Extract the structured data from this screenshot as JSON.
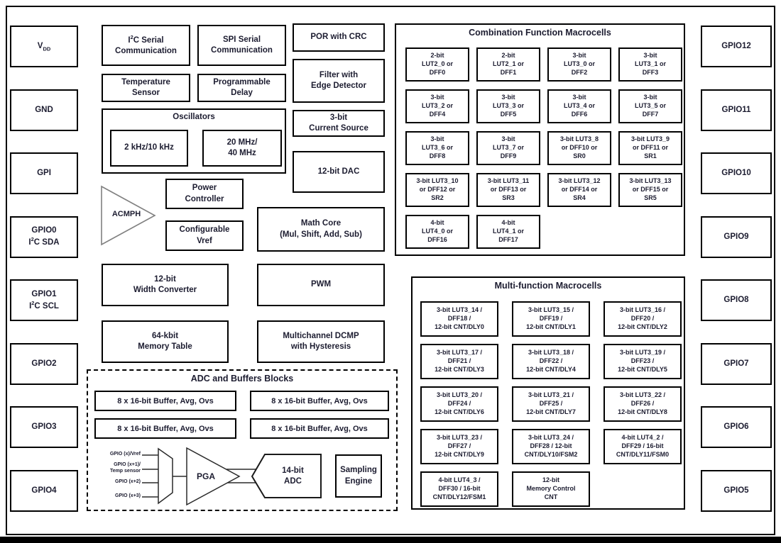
{
  "left_pins": [
    [
      "V_{DD}"
    ],
    [
      "GND"
    ],
    [
      "GPI"
    ],
    [
      "GPIO0",
      "I^{2}C SDA"
    ],
    [
      "GPIO1",
      "I^{2}C SCL"
    ],
    [
      "GPIO2"
    ],
    [
      "GPIO3"
    ],
    [
      "GPIO4"
    ]
  ],
  "right_pins": [
    [
      "GPIO12"
    ],
    [
      "GPIO11"
    ],
    [
      "GPIO10"
    ],
    [
      "GPIO9"
    ],
    [
      "GPIO8"
    ],
    [
      "GPIO7"
    ],
    [
      "GPIO6"
    ],
    [
      "GPIO5"
    ]
  ],
  "blocks": {
    "i2c": [
      "I^{2}C Serial",
      "Communication"
    ],
    "spi": [
      "SPI Serial",
      "Communication"
    ],
    "por": [
      "POR with CRC"
    ],
    "temp_sensor": [
      "Temperature",
      "Sensor"
    ],
    "prog_delay": [
      "Programmable",
      "Delay"
    ],
    "filter": [
      "Filter with",
      "Edge Detector"
    ],
    "current_source": [
      "3-bit",
      "Current Source"
    ],
    "dac": [
      "12-bit DAC"
    ],
    "acmph": "ACMPH",
    "power": [
      "Power",
      "Controller"
    ],
    "vref": [
      "Configurable",
      "Vref"
    ],
    "math": [
      "Math Core",
      "(Mul, Shift, Add, Sub)"
    ],
    "width_converter": [
      "12-bit",
      "Width Converter"
    ],
    "pwm": [
      "PWM"
    ],
    "memory": [
      "64-kbit",
      "Memory Table"
    ],
    "dcmp": [
      "Multichannel DCMP",
      "with Hysteresis"
    ]
  },
  "oscillators": {
    "title": "Oscillators",
    "low": "2 kHz/10 kHz",
    "high": [
      "20 MHz/",
      "40 MHz"
    ]
  },
  "combination": {
    "title": "Combination Function Macrocells",
    "cells": [
      [
        "2-bit",
        "LUT2_0 or",
        "DFF0"
      ],
      [
        "2-bit",
        "LUT2_1 or",
        "DFF1"
      ],
      [
        "3-bit",
        "LUT3_0 or",
        "DFF2"
      ],
      [
        "3-bit",
        "LUT3_1 or",
        "DFF3"
      ],
      [
        "3-bit",
        "LUT3_2 or",
        "DFF4"
      ],
      [
        "3-bit",
        "LUT3_3 or",
        "DFF5"
      ],
      [
        "3-bit",
        "LUT3_4 or",
        "DFF6"
      ],
      [
        "3-bit",
        "LUT3_5 or",
        "DFF7"
      ],
      [
        "3-bit",
        "LUT3_6 or",
        "DFF8"
      ],
      [
        "3-bit",
        "LUT3_7 or",
        "DFF9"
      ],
      [
        "3-bit LUT3_8",
        "or DFF10 or",
        "SR0"
      ],
      [
        "3-bit LUT3_9",
        "or DFF11 or",
        "SR1"
      ],
      [
        "3-bit LUT3_10",
        "or DFF12 or",
        "SR2"
      ],
      [
        "3-bit LUT3_11",
        "or DFF13 or",
        "SR3"
      ],
      [
        "3-bit LUT3_12",
        "or DFF14 or",
        "SR4"
      ],
      [
        "3-bit LUT3_13",
        "or DFF15 or",
        "SR5"
      ],
      [
        "4-bit",
        "LUT4_0 or",
        "DFF16"
      ],
      [
        "4-bit",
        "LUT4_1 or",
        "DFF17"
      ]
    ]
  },
  "multifunction": {
    "title": "Multi-function Macrocells",
    "cells": [
      [
        "3-bit LUT3_14 /",
        "DFF18 /",
        "12-bit CNT/DLY0"
      ],
      [
        "3-bit LUT3_15 /",
        "DFF19 /",
        "12-bit CNT/DLY1"
      ],
      [
        "3-bit LUT3_16 /",
        "DFF20 /",
        "12-bit CNT/DLY2"
      ],
      [
        "3-bit LUT3_17 /",
        "DFF21 /",
        "12-bit CNT/DLY3"
      ],
      [
        "3-bit LUT3_18 /",
        "DFF22 /",
        "12-bit CNT/DLY4"
      ],
      [
        "3-bit LUT3_19 /",
        "DFF23 /",
        "12-bit CNT/DLY5"
      ],
      [
        "3-bit LUT3_20 /",
        "DFF24 /",
        "12-bit CNT/DLY6"
      ],
      [
        "3-bit LUT3_21 /",
        "DFF25 /",
        "12-bit CNT/DLY7"
      ],
      [
        "3-bit LUT3_22 /",
        "DFF26 /",
        "12-bit CNT/DLY8"
      ],
      [
        "3-bit LUT3_23 /",
        "DFF27 /",
        "12-bit CNT/DLY9"
      ],
      [
        "3-bit LUT3_24 /",
        "DFF28 / 12-bit",
        "CNT/DLY10/FSM2"
      ],
      [
        "4-bit LUT4_2 /",
        "DFF29 / 16-bit",
        "CNT/DLY11/FSM0"
      ],
      [
        "4-bit LUT4_3 /",
        "DFF30 / 16-bit",
        "CNT/DLY12/FSM1"
      ],
      [
        "12-bit",
        "Memory Control",
        "CNT"
      ]
    ]
  },
  "adc": {
    "title": "ADC and Buffers Blocks",
    "buffers": [
      "8 x 16-bit Buffer, Avg, Ovs",
      "8 x 16-bit Buffer, Avg, Ovs",
      "8 x 16-bit Buffer, Avg, Ovs",
      "8 x 16-bit Buffer, Avg, Ovs"
    ],
    "inputs": [
      "GPIO (x)/Vref",
      "GPIO (x+1)/",
      "Temp sensor",
      "GPIO (x+2)",
      "GPIO (x+3)"
    ],
    "pga": "PGA",
    "adc_label": [
      "14-bit",
      "ADC"
    ],
    "sampling": [
      "Sampling",
      "Engine"
    ]
  },
  "colors": {
    "ink": "#1c1c30",
    "line": "#000000",
    "acmph_stroke": "#808080"
  }
}
